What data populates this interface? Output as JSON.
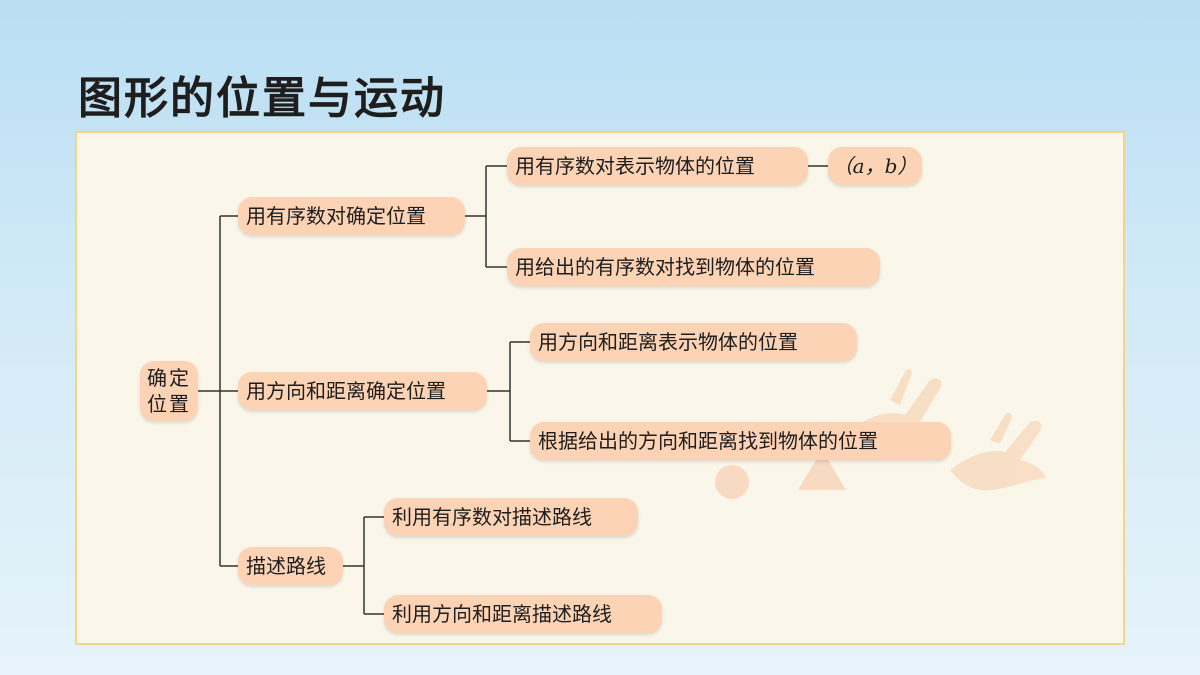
{
  "title": "图形的位置与运动",
  "root": {
    "label": "确定位置"
  },
  "branches": [
    {
      "label": "用有序数对确定位置",
      "children": [
        {
          "label": "用有序数对表示物体的位置",
          "extra": "（a，b）"
        },
        {
          "label": "用给出的有序数对找到物体的位置"
        }
      ]
    },
    {
      "label": "用方向和距离确定位置",
      "children": [
        {
          "label": "用方向和距离表示物体的位置"
        },
        {
          "label": "根据给出的方向和距离找到物体的位置"
        }
      ]
    },
    {
      "label": "描述路线",
      "children": [
        {
          "label": "利用有序数对描述路线"
        },
        {
          "label": "利用方向和距离描述路线"
        }
      ]
    }
  ],
  "colors": {
    "node": "#fcd3b4",
    "panel": "#faf6ea",
    "panel_border": "#f1d58a",
    "line": "#333333"
  },
  "icons": [
    "dove-icon",
    "dove-icon",
    "circle-shape",
    "triangle-shape"
  ]
}
